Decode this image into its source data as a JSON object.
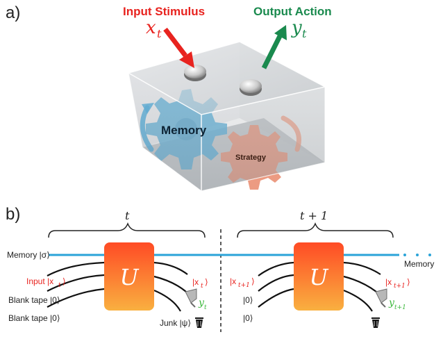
{
  "panel_a": {
    "label": "a)",
    "input_title": "Input Stimulus",
    "input_var": "x",
    "input_sub": "t",
    "output_title": "Output Action",
    "output_var": "y",
    "output_sub": "t",
    "memory_label": "Memory",
    "strategy_label": "Strategy"
  },
  "panel_b": {
    "label": "b)",
    "brace_t": "t",
    "brace_t1": "t + 1",
    "memory_wire_label": "Memory |σ⟩",
    "memory_end_label": "Memory",
    "unitary": "U",
    "step_t": {
      "input_label": "Input |x",
      "input_sub": "t",
      "blank1": "Blank tape |0⟩",
      "blank2": "Blank tape |0⟩",
      "out_x": "|x",
      "out_x_sub": "t",
      "out_y": "y",
      "out_y_sub": "t",
      "junk": "Junk |ψ⟩"
    },
    "step_t1": {
      "in_x": "|x",
      "in_x_sub": "t+1",
      "in_0a": "|0⟩",
      "in_0b": "|0⟩",
      "out_x": "|x",
      "out_x_sub": "t+1",
      "out_y": "y",
      "out_y_sub": "t+1"
    }
  },
  "colors": {
    "input_red": "#e8231f",
    "output_green": "#1a8a4e",
    "memory_blue": "#1aa3d8",
    "gear_blue": "#4aa8d6",
    "gear_orange": "#e98a6c",
    "unitary_top": "#ff5a2a",
    "unitary_bottom": "#f7a13a",
    "green_label": "#3cb83c"
  }
}
